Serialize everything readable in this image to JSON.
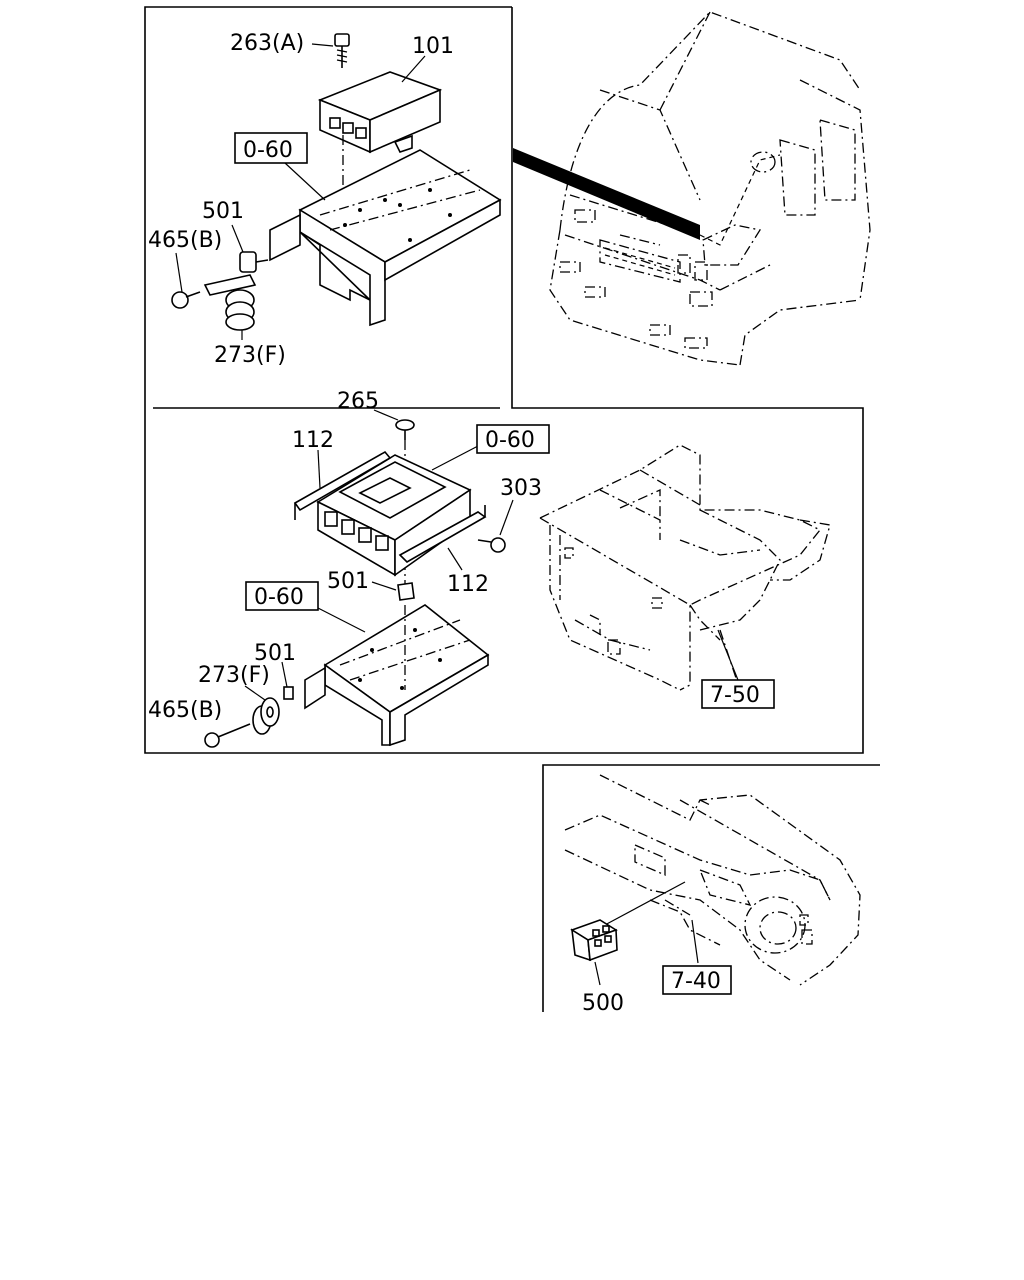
{
  "labels": {
    "top_263": "263(A)",
    "top_101": "101",
    "top_ref": "0-60",
    "top_501": "501",
    "top_465": "465(B)",
    "top_273": "273(F)",
    "mid_265": "265",
    "mid_112a": "112",
    "mid_ref1": "0-60",
    "mid_303": "303",
    "mid_112b": "112",
    "mid_501a": "501",
    "mid_ref2": "0-60",
    "mid_501b": "501",
    "mid_273": "273(F)",
    "mid_465": "465(B)",
    "mid_ref3": "7-50",
    "bot_ref": "7-40",
    "bot_500": "500"
  }
}
